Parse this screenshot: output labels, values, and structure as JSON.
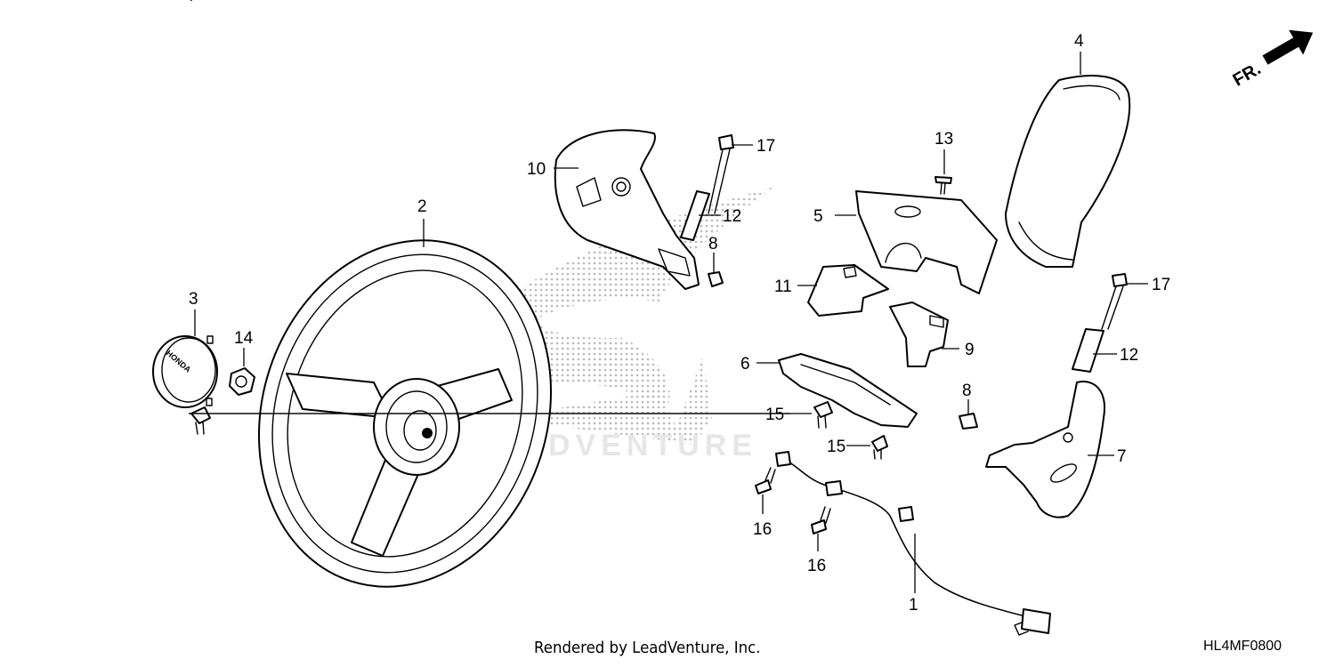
{
  "diagram": {
    "callouts": [
      {
        "num": "1"
      },
      {
        "num": "2"
      },
      {
        "num": "3"
      },
      {
        "num": "4"
      },
      {
        "num": "5"
      },
      {
        "num": "6"
      },
      {
        "num": "7"
      },
      {
        "num": "8"
      },
      {
        "num": "8"
      },
      {
        "num": "9"
      },
      {
        "num": "10"
      },
      {
        "num": "11"
      },
      {
        "num": "12"
      },
      {
        "num": "12"
      },
      {
        "num": "13"
      },
      {
        "num": "14"
      },
      {
        "num": "15"
      },
      {
        "num": "15"
      },
      {
        "num": "16"
      },
      {
        "num": "16"
      },
      {
        "num": "17"
      },
      {
        "num": "17"
      }
    ],
    "direction_label": "FR.",
    "emblem_text": "HONDA",
    "watermark_text": "LEADVENTURE"
  },
  "footer": {
    "rendered_by": "Rendered by LeadVenture, Inc.",
    "diagram_code": "HL4MF0800"
  }
}
